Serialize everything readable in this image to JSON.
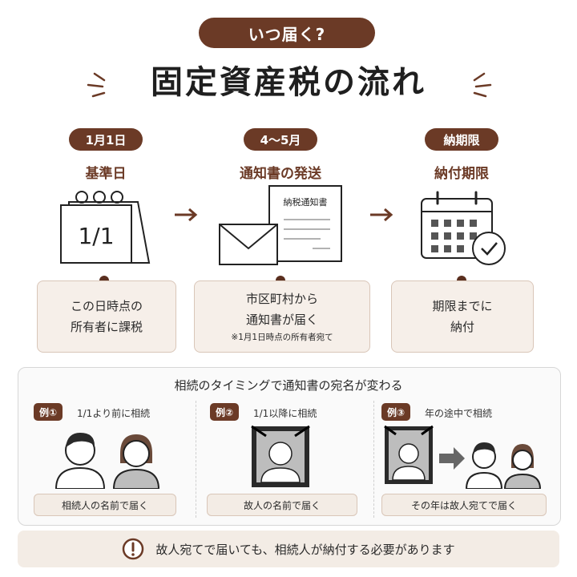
{
  "header": {
    "question": "いつ届く?",
    "title": "固定資産税の流れ"
  },
  "steps": [
    {
      "date_tag": "1月1日",
      "label": "基準日",
      "calendar_text": "1/1",
      "note_lines": [
        "この日時点の",
        "所有者に課税"
      ]
    },
    {
      "date_tag": "4〜5月",
      "label": "通知書の発送",
      "document_title": "納税通知書",
      "note_lines": [
        "市区町村から",
        "通知書が届く"
      ],
      "note_small": "※1月1日時点の所有者宛て"
    },
    {
      "date_tag": "納期限",
      "label": "納付期限",
      "note_lines": [
        "期限までに",
        "納付"
      ]
    }
  ],
  "inheritance": {
    "title": "相続のタイミングで通知書の宛名が変わる",
    "examples": [
      {
        "tag": "例①",
        "text": "1/1より前に相続",
        "caption": "相続人の名前で届く"
      },
      {
        "tag": "例②",
        "text": "1/1以降に相続",
        "caption": "故人の名前で届く"
      },
      {
        "tag": "例③",
        "text": "年の途中で相続",
        "caption": "その年は故人宛てで届く"
      }
    ]
  },
  "warning": {
    "icon": "exclamation-icon",
    "text": "故人宛てで届いても、相続人が納付する必要があります"
  },
  "colors": {
    "accent": "#6b3a26",
    "note_bg": "#f6efe9"
  }
}
